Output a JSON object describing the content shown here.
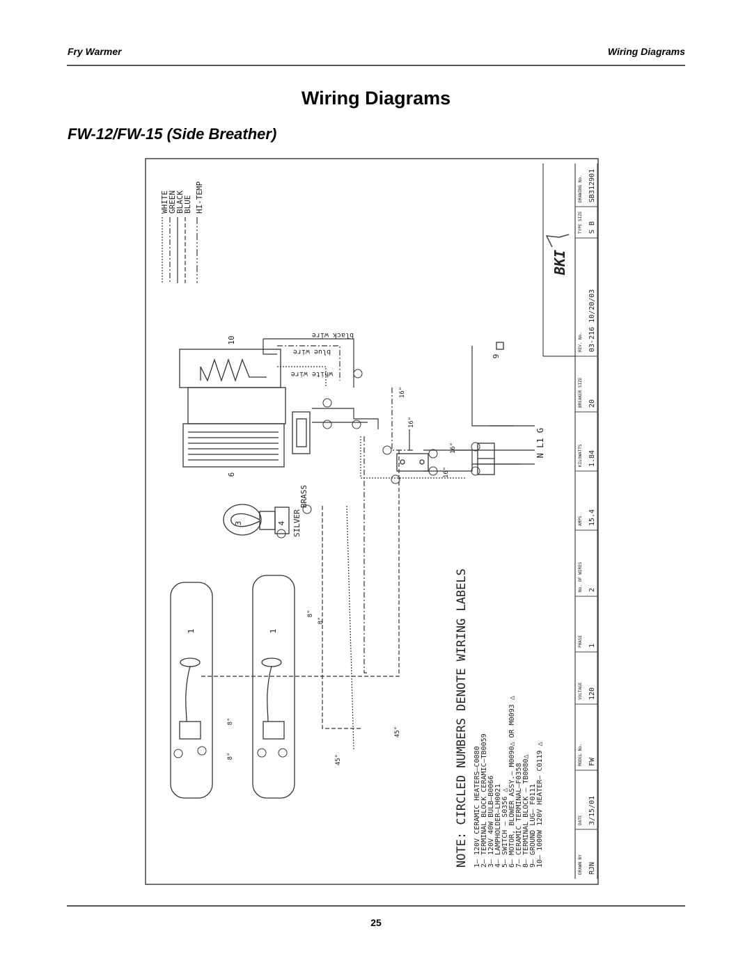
{
  "header": {
    "left": "Fry Warmer",
    "right": "Wiring Diagrams"
  },
  "page": {
    "title": "Wiring Diagrams",
    "subtitle": "FW-12/FW-15 (Side Breather)",
    "number": "25"
  },
  "legend": [
    "WHITE",
    "GREEN",
    "BLACK",
    "BLUE",
    "HI-TEMP"
  ],
  "wire_labels": {
    "black": "black wire",
    "blue": "blue wire",
    "white": "white wire"
  },
  "component_labels": {
    "c10": "10",
    "c9": "9",
    "c6": "6",
    "c3": "3",
    "c4": "4",
    "c1a": "1",
    "c1b": "1",
    "brass": "BRASS",
    "silver": "SILVER",
    "power": "N   L1   G"
  },
  "dimensions": [
    "16\"",
    "16\"",
    "16\"",
    "16\"",
    "8\"",
    "8\"",
    "8\"",
    "8\"",
    "45\"",
    "45\""
  ],
  "notes": {
    "heading": "NOTE: CIRCLED NUMBERS DENOTE WIRING LABELS",
    "items": [
      "1– 120V CERAMIC HEATERS–C0080",
      "2– TERMINAL BLOCK CERAMIC–TB0059",
      "3– 120V 40W BULB–B0066",
      "4– LAMPHOLDER–LH0021",
      "5– SWITCH – S0356 △",
      "6– MOTOR, BLOWER ASSY.– M0090△ OR M0093 △",
      "7– CERAMIC TERMINAL–F0358",
      "8– TERMINAL BLOCK – TB0080△",
      "9– GROUND LUG– F0111",
      "10– 1000W 120V HEATER– C0119 △"
    ]
  },
  "title_block": {
    "logo": "BKI",
    "rows": [
      {
        "header": "DRAWN BY",
        "value": "RJN"
      },
      {
        "header": "DATE",
        "value": "3/15/01"
      },
      {
        "header": "MODEL No.",
        "value": "FW"
      },
      {
        "header": "VOLTAGE",
        "value": "120"
      },
      {
        "header": "PHASE",
        "value": "1"
      },
      {
        "header": "No. OF WIRES",
        "value": "2"
      },
      {
        "header": "AMPS",
        "value": "15.4"
      },
      {
        "header": "KILOWATTS",
        "value": "1.84"
      },
      {
        "header": "BREAKER SIZE",
        "value": "20"
      },
      {
        "header": "REV. No.",
        "value": "03-216 10/20/03"
      },
      {
        "header": "TYPE SIZE",
        "value": "S  B"
      },
      {
        "header": "DRAWING No.",
        "value": "SB312901"
      }
    ]
  }
}
